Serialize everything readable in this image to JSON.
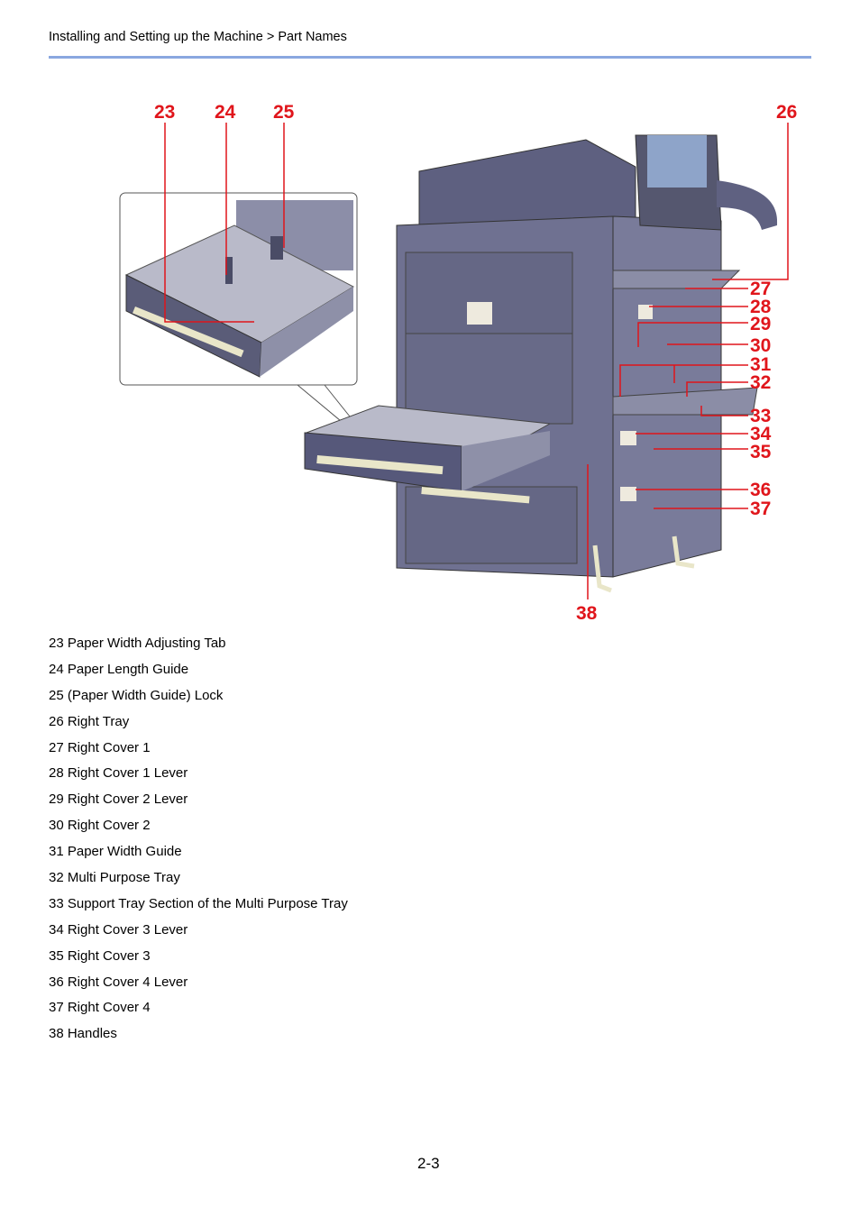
{
  "header": {
    "breadcrumb": "Installing and Setting up the Machine > Part Names"
  },
  "figure": {
    "callouts": [
      "23",
      "24",
      "25",
      "26",
      "27",
      "28",
      "29",
      "30",
      "31",
      "32",
      "33",
      "34",
      "35",
      "36",
      "37",
      "38"
    ]
  },
  "legend": [
    "23 Paper Width Adjusting Tab",
    "24 Paper Length Guide",
    "25 (Paper Width Guide) Lock",
    "26 Right Tray",
    "27 Right Cover 1",
    "28 Right Cover 1 Lever",
    "29 Right Cover 2 Lever",
    "30 Right Cover 2",
    "31 Paper Width Guide",
    "32 Multi Purpose Tray",
    "33 Support Tray Section of the Multi Purpose Tray",
    "34 Right Cover 3 Lever",
    "35 Right Cover 3",
    "36 Right Cover 4 Lever",
    "37 Right Cover 4",
    "38 Handles"
  ],
  "footer": {
    "page_number": "2-3"
  },
  "colors": {
    "callout": "#e0151b",
    "rule": "#8aa7e0",
    "machine": "#6f7191"
  }
}
